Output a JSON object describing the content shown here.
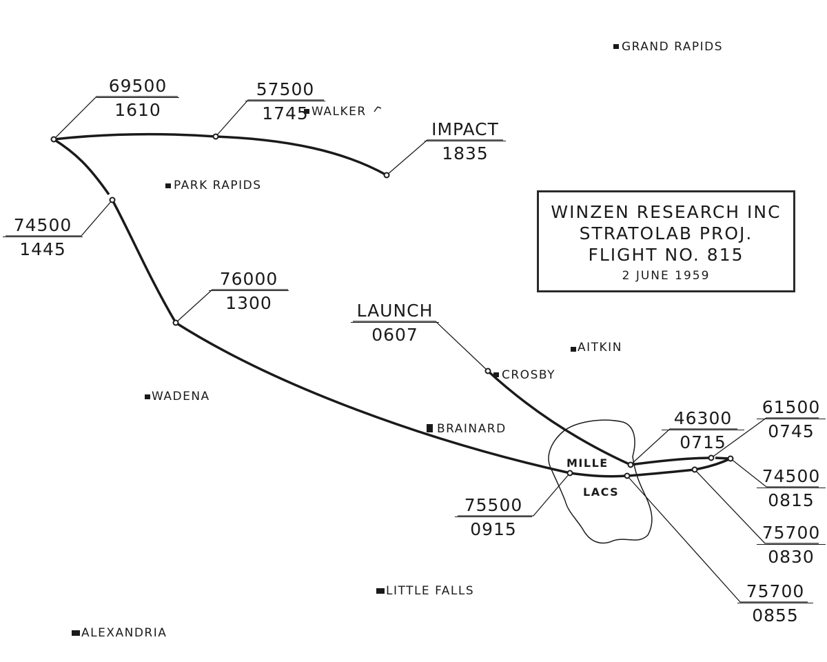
{
  "title": {
    "line1": "WINZEN RESEARCH INC",
    "line2": "STRATOLAB PROJ.",
    "line3": "FLIGHT NO. 815",
    "date": "2 JUNE 1959"
  },
  "towns": {
    "grand_rapids": "GRAND RAPIDS",
    "walker": "WALKER",
    "park_rapids": "PARK RAPIDS",
    "aitkin": "AITKIN",
    "crosby": "CROSBY",
    "wadena": "WADENA",
    "brainard": "BRAINARD",
    "little_falls": "LITTLE FALLS",
    "alexandria": "ALEXANDRIA"
  },
  "lake": {
    "name_line1": "MILLE",
    "name_line2": "LACS"
  },
  "flight_points": [
    {
      "id": "launch",
      "altitude": "LAUNCH",
      "time": "0607"
    },
    {
      "id": "p0715",
      "altitude": "46300",
      "time": "0715"
    },
    {
      "id": "p0745",
      "altitude": "61500",
      "time": "0745"
    },
    {
      "id": "p0815",
      "altitude": "74500",
      "time": "0815"
    },
    {
      "id": "p0830",
      "altitude": "75700",
      "time": "0830"
    },
    {
      "id": "p0855",
      "altitude": "75700",
      "time": "0855"
    },
    {
      "id": "p0915",
      "altitude": "75500",
      "time": "0915"
    },
    {
      "id": "p1300",
      "altitude": "76000",
      "time": "1300"
    },
    {
      "id": "p1445",
      "altitude": "74500",
      "time": "1445"
    },
    {
      "id": "p1610",
      "altitude": "69500",
      "time": "1610"
    },
    {
      "id": "p1745",
      "altitude": "57500",
      "time": "1745"
    },
    {
      "id": "impact",
      "altitude": "IMPACT",
      "time": "1835"
    }
  ],
  "colors": {
    "ink": "#1a1a1a",
    "paper": "#ffffff"
  }
}
